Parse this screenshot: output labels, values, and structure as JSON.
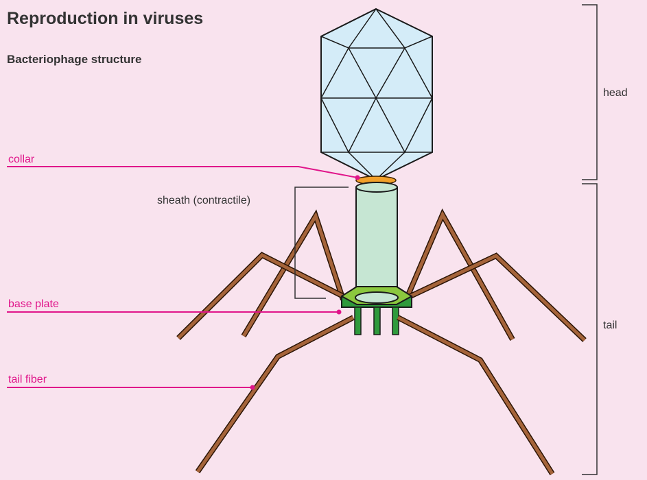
{
  "title": "Reproduction in viruses",
  "subtitle": "Bacteriophage structure",
  "labels": {
    "collar": "collar",
    "sheath": "sheath (contractile)",
    "base_plate": "base plate",
    "tail_fiber": "tail fiber",
    "head": "head",
    "tail": "tail"
  },
  "colors": {
    "background": "#f9e3ee",
    "label_pink": "#e0158a",
    "head_fill": "#d4ecf8",
    "collar": "#f2a02a",
    "sheath": "#c6e6d3",
    "base_plate_top": "#8bc83e",
    "base_plate_side": "#2f9a3c",
    "fiber": "#a5643a",
    "fiber_outline": "#2b1405"
  }
}
